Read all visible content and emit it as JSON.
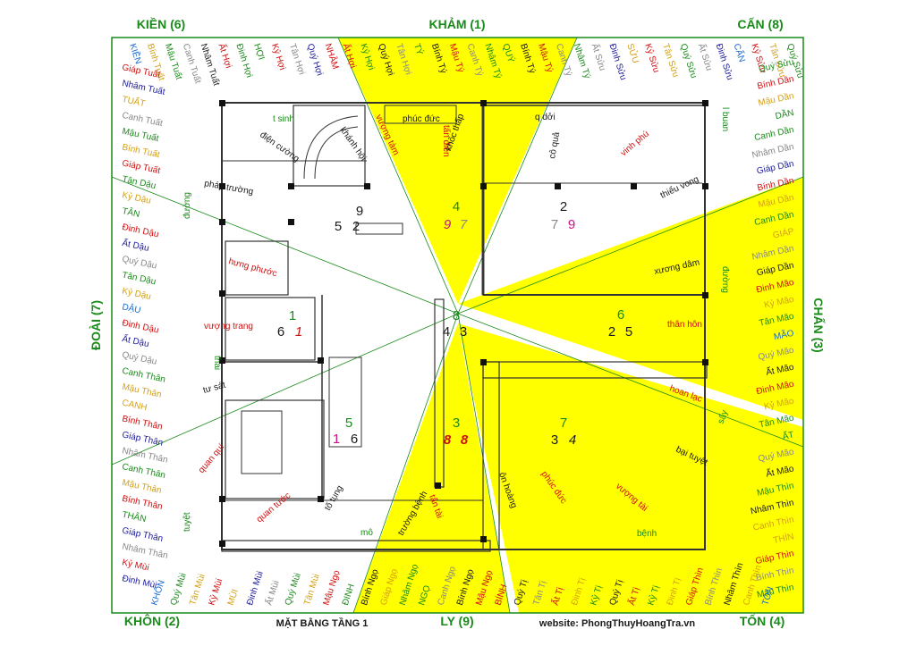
{
  "colors": {
    "border": "#1a8a1a",
    "sector_fill": "#ffff00",
    "wall": "#333333",
    "plan_line": "#555555",
    "trigram_label": "#1a8a1a"
  },
  "trigrams": {
    "top_left": "KIỀN (6)",
    "top_center": "KHẢM (1)",
    "top_right": "CẤN (8)",
    "left_center": "ĐOÀI (7)",
    "right_center": "CHẤN (3)",
    "bottom_left": "KHÔN (2)",
    "bottom_center": "LY (9)",
    "bottom_right": "TỐN (4)"
  },
  "footer": {
    "title": "MẶT BẰNG TẦNG 1",
    "website": "website: PhongThuyHoangTra.vn"
  },
  "ring": {
    "top": [
      {
        "text": "KIỀN",
        "color": "#1a6ad0"
      },
      {
        "text": "Bính Tuất",
        "color": "#d4a017"
      },
      {
        "text": "Mậu Tuất",
        "color": "#1a8a1a"
      },
      {
        "text": "Canh Tuất",
        "color": "#888888"
      },
      {
        "text": "Nhâm Tuất",
        "color": "#1a1a1a"
      },
      {
        "text": "Ất Hợi",
        "color": "#d01010"
      },
      {
        "text": "Đinh Hợi",
        "color": "#1a8a1a"
      },
      {
        "text": "HỢI",
        "color": "#1a8a1a"
      },
      {
        "text": "Kỷ Hợi",
        "color": "#d01010"
      },
      {
        "text": "Tân Hợi",
        "color": "#888888"
      },
      {
        "text": "Quý Hợi",
        "color": "#1a1a9a"
      },
      {
        "text": "NHÂM",
        "color": "#d01010"
      },
      {
        "text": "Ất Hợi",
        "color": "#d01010"
      },
      {
        "text": "Kỷ Hợi",
        "color": "#1a8a1a"
      },
      {
        "text": "Quý Hợi",
        "color": "#1a1a1a"
      },
      {
        "text": "Tân Hợi",
        "color": "#888888"
      },
      {
        "text": "TÝ",
        "color": "#1a8a1a"
      },
      {
        "text": "Bính Tý",
        "color": "#1a1a1a"
      },
      {
        "text": "Mậu Tý",
        "color": "#d01010"
      },
      {
        "text": "Canh Tý",
        "color": "#888888"
      },
      {
        "text": "Nhâm Tý",
        "color": "#1a8a1a"
      },
      {
        "text": "QUÝ",
        "color": "#1a8a1a"
      },
      {
        "text": "Bính Tý",
        "color": "#1a1a1a"
      },
      {
        "text": "Mậu Tý",
        "color": "#d01010"
      },
      {
        "text": "Canh Tý",
        "color": "#888888"
      },
      {
        "text": "Nhâm Tý",
        "color": "#1a8a1a"
      },
      {
        "text": "Ất Sửu",
        "color": "#888888"
      },
      {
        "text": "Đinh Sửu",
        "color": "#1a1a9a"
      },
      {
        "text": "SỬU",
        "color": "#d4a017"
      },
      {
        "text": "Kỷ Sửu",
        "color": "#d01010"
      },
      {
        "text": "Tân Sửu",
        "color": "#d4a017"
      },
      {
        "text": "Quý Sửu",
        "color": "#1a8a1a"
      },
      {
        "text": "Ất Sửu",
        "color": "#888888"
      },
      {
        "text": "Đinh Sửu",
        "color": "#1a1a9a"
      },
      {
        "text": "CẤN",
        "color": "#1a6ad0"
      },
      {
        "text": "Kỷ Sửu",
        "color": "#d01010"
      },
      {
        "text": "Tân Sửu",
        "color": "#d4a017"
      },
      {
        "text": "Quý Sửu",
        "color": "#1a8a1a"
      }
    ],
    "left": [
      {
        "text": "Giáp Tuất",
        "color": "#d01010"
      },
      {
        "text": "Nhâm Tuất",
        "color": "#1a1a9a"
      },
      {
        "text": "TUẤT",
        "color": "#d4a017"
      },
      {
        "text": "Canh Tuất",
        "color": "#888888"
      },
      {
        "text": "Mậu Tuất",
        "color": "#1a8a1a"
      },
      {
        "text": "Bính Tuất",
        "color": "#d4a017"
      },
      {
        "text": "Giáp Tuất",
        "color": "#d01010"
      },
      {
        "text": "Tân Dậu",
        "color": "#1a8a1a"
      },
      {
        "text": "Kỷ Dậu",
        "color": "#d4a017"
      },
      {
        "text": "TÂN",
        "color": "#1a8a1a"
      },
      {
        "text": "Đinh Dậu",
        "color": "#d01010"
      },
      {
        "text": "Ất Dậu",
        "color": "#1a1a9a"
      },
      {
        "text": "Quý Dậu",
        "color": "#888888"
      },
      {
        "text": "Tân Dậu",
        "color": "#1a8a1a"
      },
      {
        "text": "Kỷ Dậu",
        "color": "#d4a017"
      },
      {
        "text": "DẬU",
        "color": "#1a6ad0"
      },
      {
        "text": "Đinh Dậu",
        "color": "#d01010"
      },
      {
        "text": "Ất Dậu",
        "color": "#1a1a9a"
      },
      {
        "text": "Quý Dậu",
        "color": "#888888"
      },
      {
        "text": "Canh Thân",
        "color": "#1a8a1a"
      },
      {
        "text": "Mậu Thân",
        "color": "#d4a017"
      },
      {
        "text": "CANH",
        "color": "#d4a017"
      },
      {
        "text": "Bính Thân",
        "color": "#d01010"
      },
      {
        "text": "Giáp Thân",
        "color": "#1a1a9a"
      },
      {
        "text": "Nhâm Thân",
        "color": "#888888"
      },
      {
        "text": "Canh Thân",
        "color": "#1a8a1a"
      },
      {
        "text": "Mậu Thân",
        "color": "#d4a017"
      },
      {
        "text": "Bính Thân",
        "color": "#d01010"
      },
      {
        "text": "THÂN",
        "color": "#1a8a1a"
      },
      {
        "text": "Giáp Thân",
        "color": "#1a1a9a"
      },
      {
        "text": "Nhâm Thân",
        "color": "#888888"
      },
      {
        "text": "Kỷ Mùi",
        "color": "#d01010"
      },
      {
        "text": "Đinh Mùi",
        "color": "#1a1a9a"
      }
    ],
    "right": [
      {
        "text": "Quý Sửu",
        "color": "#1a8a1a"
      },
      {
        "text": "Bính Dần",
        "color": "#d01010"
      },
      {
        "text": "Mậu Dần",
        "color": "#d4a017"
      },
      {
        "text": "DẦN",
        "color": "#1a8a1a"
      },
      {
        "text": "Canh Dần",
        "color": "#1a8a1a"
      },
      {
        "text": "Nhâm Dần",
        "color": "#888888"
      },
      {
        "text": "Giáp Dần",
        "color": "#1a1a9a"
      },
      {
        "text": "Bính Dần",
        "color": "#d01010"
      },
      {
        "text": "Mậu Dần",
        "color": "#d4a017"
      },
      {
        "text": "Canh Dần",
        "color": "#1a8a1a"
      },
      {
        "text": "GIÁP",
        "color": "#d4a017"
      },
      {
        "text": "Nhâm Dần",
        "color": "#888888"
      },
      {
        "text": "Giáp Dần",
        "color": "#1a1a1a"
      },
      {
        "text": "Đinh Mão",
        "color": "#d01010"
      },
      {
        "text": "Kỷ Mão",
        "color": "#d4a017"
      },
      {
        "text": "Tân Mão",
        "color": "#1a8a1a"
      },
      {
        "text": "MÃO",
        "color": "#1a6ad0"
      },
      {
        "text": "Quý Mão",
        "color": "#888888"
      },
      {
        "text": "Ất Mão",
        "color": "#1a1a1a"
      },
      {
        "text": "Đinh Mão",
        "color": "#d01010"
      },
      {
        "text": "Kỷ Mão",
        "color": "#d4a017"
      },
      {
        "text": "Tân Mão",
        "color": "#1a8a1a"
      },
      {
        "text": "ẤT",
        "color": "#1a8a1a"
      },
      {
        "text": "Quý Mão",
        "color": "#888888"
      },
      {
        "text": "Ất Mão",
        "color": "#1a1a1a"
      },
      {
        "text": "Mậu Thìn",
        "color": "#1a8a1a"
      },
      {
        "text": "Nhâm Thìn",
        "color": "#1a1a1a"
      },
      {
        "text": "Canh Thìn",
        "color": "#d4a017"
      },
      {
        "text": "THÌN",
        "color": "#d4a017"
      },
      {
        "text": "Giáp Thìn",
        "color": "#d01010"
      },
      {
        "text": "Bính Thìn",
        "color": "#888888"
      },
      {
        "text": "Mậu Thìn",
        "color": "#1a8a1a"
      }
    ],
    "bottom": [
      {
        "text": "KHÔN",
        "color": "#1a6ad0"
      },
      {
        "text": "Quý Mùi",
        "color": "#1a8a1a"
      },
      {
        "text": "Tân Mùi",
        "color": "#d4a017"
      },
      {
        "text": "Kỷ Mùi",
        "color": "#d01010"
      },
      {
        "text": "MÙI",
        "color": "#d4a017"
      },
      {
        "text": "Đinh Mùi",
        "color": "#1a1a9a"
      },
      {
        "text": "Ất Mùi",
        "color": "#888888"
      },
      {
        "text": "Quý Mùi",
        "color": "#1a8a1a"
      },
      {
        "text": "Tân Mùi",
        "color": "#d4a017"
      },
      {
        "text": "Mậu Ngọ",
        "color": "#d01010"
      },
      {
        "text": "ĐINH",
        "color": "#1a8a1a"
      },
      {
        "text": "Bính Ngọ",
        "color": "#1a1a1a"
      },
      {
        "text": "Giáp Ngọ",
        "color": "#d4a017"
      },
      {
        "text": "Nhâm Ngọ",
        "color": "#1a8a1a"
      },
      {
        "text": "NGỌ",
        "color": "#1a8a1a"
      },
      {
        "text": "Canh Ngọ",
        "color": "#888888"
      },
      {
        "text": "Bính Ngọ",
        "color": "#1a1a1a"
      },
      {
        "text": "Mậu Ngọ",
        "color": "#d01010"
      },
      {
        "text": "BÍNH",
        "color": "#d01010"
      },
      {
        "text": "Quý Tị",
        "color": "#1a1a1a"
      },
      {
        "text": "Tân Tị",
        "color": "#888888"
      },
      {
        "text": "Ất Tị",
        "color": "#d01010"
      },
      {
        "text": "Đinh Tị",
        "color": "#d4a017"
      },
      {
        "text": "Kỷ Tị",
        "color": "#1a8a1a"
      },
      {
        "text": "Quý Tị",
        "color": "#1a1a1a"
      },
      {
        "text": "Ất Tị",
        "color": "#d01010"
      },
      {
        "text": "Kỷ Tị",
        "color": "#1a8a1a"
      },
      {
        "text": "Đinh Tị",
        "color": "#d4a017"
      },
      {
        "text": "Giáp Thìn",
        "color": "#d01010"
      },
      {
        "text": "Bính Thìn",
        "color": "#888888"
      },
      {
        "text": "Nhâm Thìn",
        "color": "#1a1a1a"
      },
      {
        "text": "Canh Thìn",
        "color": "#d4a017"
      },
      {
        "text": "TỐN",
        "color": "#1a6ad0"
      }
    ]
  },
  "stars": [
    {
      "label": "t sinh",
      "color": "#1a8a1a"
    },
    {
      "label": "điện cường",
      "color": "#1a1a1a"
    },
    {
      "label": "khánh hội",
      "color": "#1a1a1a"
    },
    {
      "label": "phúc đức",
      "color": "#1a1a1a"
    },
    {
      "label": "vượng tàm",
      "color": "#d01010"
    },
    {
      "label": "tấn điền",
      "color": "#d01010"
    },
    {
      "label": "khốc thấp",
      "color": "#1a1a1a"
    },
    {
      "label": "q dởi",
      "color": "#1a1a1a"
    },
    {
      "label": "cô quả",
      "color": "#1a1a1a"
    },
    {
      "label": "vinh phú",
      "color": "#d01010"
    },
    {
      "label": "l buan",
      "color": "#1a8a1a"
    },
    {
      "label": "pháp trường",
      "color": "#1a1a1a"
    },
    {
      "label": "đường",
      "color": "#1a8a1a"
    },
    {
      "label": "thiểu vong",
      "color": "#1a1a1a"
    },
    {
      "label": "hưng phước",
      "color": "#d01010"
    },
    {
      "label": "xương dâm",
      "color": "#1a1a1a"
    },
    {
      "label": "đường",
      "color": "#1a8a1a"
    },
    {
      "label": "vượng trang",
      "color": "#d01010"
    },
    {
      "label": "thân hôn",
      "color": "#d01010"
    },
    {
      "label": "thai",
      "color": "#1a8a1a"
    },
    {
      "label": "tư sát",
      "color": "#1a1a1a"
    },
    {
      "label": "hoan lạc",
      "color": "#d01010"
    },
    {
      "label": "sấy",
      "color": "#1a8a1a"
    },
    {
      "label": "quan quí",
      "color": "#d01010"
    },
    {
      "label": "bại tuyệt",
      "color": "#1a1a1a"
    },
    {
      "label": "quan tước",
      "color": "#d01010"
    },
    {
      "label": "tố tụng",
      "color": "#1a1a1a"
    },
    {
      "label": "trường bệnh",
      "color": "#1a1a1a"
    },
    {
      "label": "tấn tài",
      "color": "#d01010"
    },
    {
      "label": "ôn hoàng",
      "color": "#1a1a1a"
    },
    {
      "label": "phúc đức",
      "color": "#d01010"
    },
    {
      "label": "vượng tài",
      "color": "#d01010"
    },
    {
      "label": "bệnh",
      "color": "#1a8a1a"
    },
    {
      "label": "tuyệt",
      "color": "#1a8a1a"
    },
    {
      "label": "mô",
      "color": "#1a8a1a"
    }
  ],
  "stars_text": {
    "s1": "t sinh",
    "s2": "điện cường",
    "s3": "khánh hội",
    "s4": "phúc đức",
    "s5": "vượng tàm",
    "s6": "tấn điền",
    "s7": "khốc thấp",
    "s8": "q dởi",
    "s9": "cô quả",
    "s10": "vinh phú",
    "s11": "l buan",
    "s12": "pháp trường",
    "s13": "đường",
    "s14": "thiểu vong",
    "s15": "hưng phước",
    "s16": "xương dâm",
    "s17": "đường",
    "s18": "vượng trang",
    "s19": "thân hôn",
    "s20": "thai",
    "s21": "tư sát",
    "s22": "hoan lạc",
    "s23": "sấy",
    "s24": "quan quí",
    "s25": "bại tuyệt",
    "s26": "quan tước",
    "s27": "tố tụng",
    "s28": "trường bệnh",
    "s29": "tấn tài",
    "s30": "ôn hoàng",
    "s31": "phúc đức",
    "s32": "vượng tài",
    "s33": "bệnh",
    "s34": "tuyệt",
    "s35": "mô"
  },
  "palaces": {
    "p9": {
      "main": "9",
      "left": "5",
      "right": "2"
    },
    "p4": {
      "main": "4",
      "left": "9",
      "right": "7"
    },
    "p2": {
      "main": "2",
      "left": "7",
      "right": "9"
    },
    "p1": {
      "main": "1",
      "left": "6",
      "right": "1"
    },
    "p8": {
      "main": "8",
      "left": "4",
      "right": "3"
    },
    "p6": {
      "main": "6",
      "left": "2",
      "right": "5"
    },
    "p5": {
      "main": "5",
      "left": "1",
      "right": "6"
    },
    "p3": {
      "main": "3",
      "left": "8",
      "right": "8"
    },
    "p7": {
      "main": "7",
      "left": "3",
      "right": "4"
    }
  }
}
